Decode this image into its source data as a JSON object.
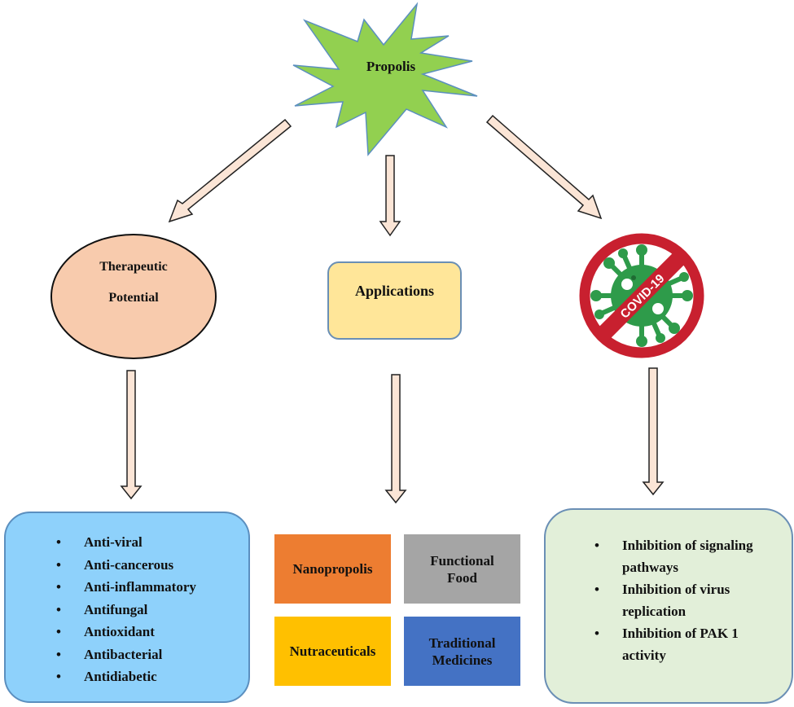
{
  "center_node": {
    "label": "Propolis",
    "shape": "star",
    "fill": "#92d050"
  },
  "branches": {
    "therapeutic": {
      "label_line1": "Therapeutic",
      "label_line2": "Potential",
      "fill": "#f8cbad",
      "items": [
        "Anti-viral",
        "Anti-cancerous",
        "Anti-inflammatory",
        "Antifungal",
        "Antioxidant",
        "Antibacterial",
        "Antidiabetic"
      ],
      "box_fill": "#8ed1fb"
    },
    "applications": {
      "label": "Applications",
      "fill": "#ffe699",
      "tiles": [
        {
          "label": "Nanopropolis",
          "fill": "#ed7d31"
        },
        {
          "label": "Functional Food",
          "fill": "#a5a5a5"
        },
        {
          "label": "Nutraceuticals",
          "fill": "#ffc000"
        },
        {
          "label": "Traditional Medicines",
          "fill": "#4472c4"
        }
      ]
    },
    "covid": {
      "icon": "covid-19-prohibited-icon",
      "icon_text": "COVID-19",
      "ring_color": "#c8202f",
      "virus_color": "#2e9b4a",
      "items": [
        "Inhibition of signaling pathways",
        "Inhibition of virus replication",
        "Inhibition of PAK 1 activity"
      ],
      "box_fill": "#e2efd9"
    }
  },
  "bullet": "•",
  "arrow_fill": "#fbe5d6"
}
